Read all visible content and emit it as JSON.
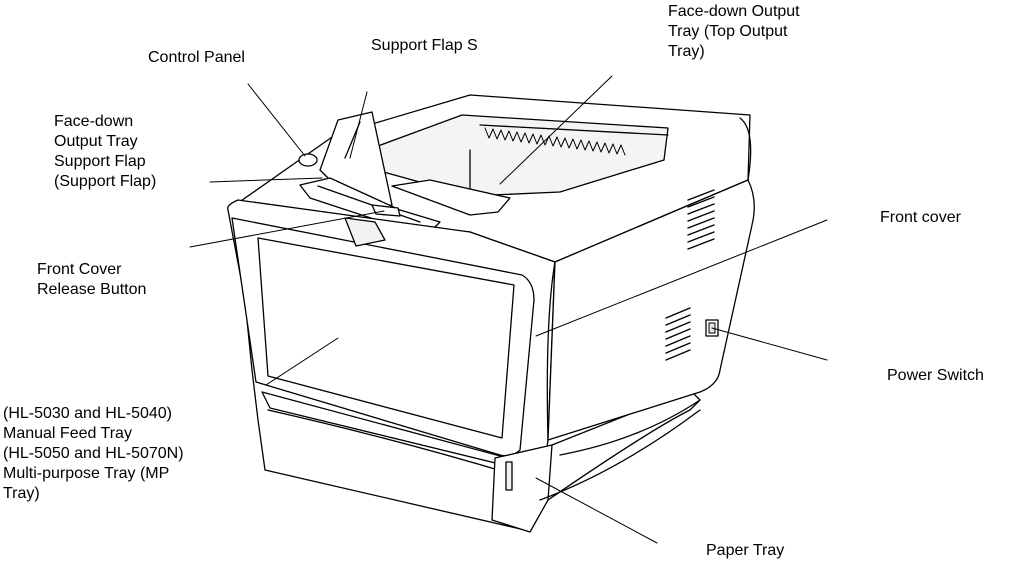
{
  "labels": {
    "control_panel": "Control Panel",
    "support_flap_s": "Support Flap S",
    "face_down_output_tray": "Face-down Output\nTray  (Top Output\nTray)",
    "support_flap": "Face-down\nOutput Tray\nSupport Flap\n(Support Flap)",
    "front_cover_release": "Front Cover\nRelease Button",
    "front_cover": "Front cover",
    "power_switch": "Power Switch",
    "manual_feed_tray": "(HL-5030 and HL-5040)\nManual Feed Tray\n(HL-5050 and HL-5070N)\nMulti-purpose Tray (MP\nTray)",
    "paper_tray": "Paper Tray"
  },
  "colors": {
    "stroke": "#000000",
    "fill": "#ffffff",
    "shade": "#f2f2f2"
  }
}
